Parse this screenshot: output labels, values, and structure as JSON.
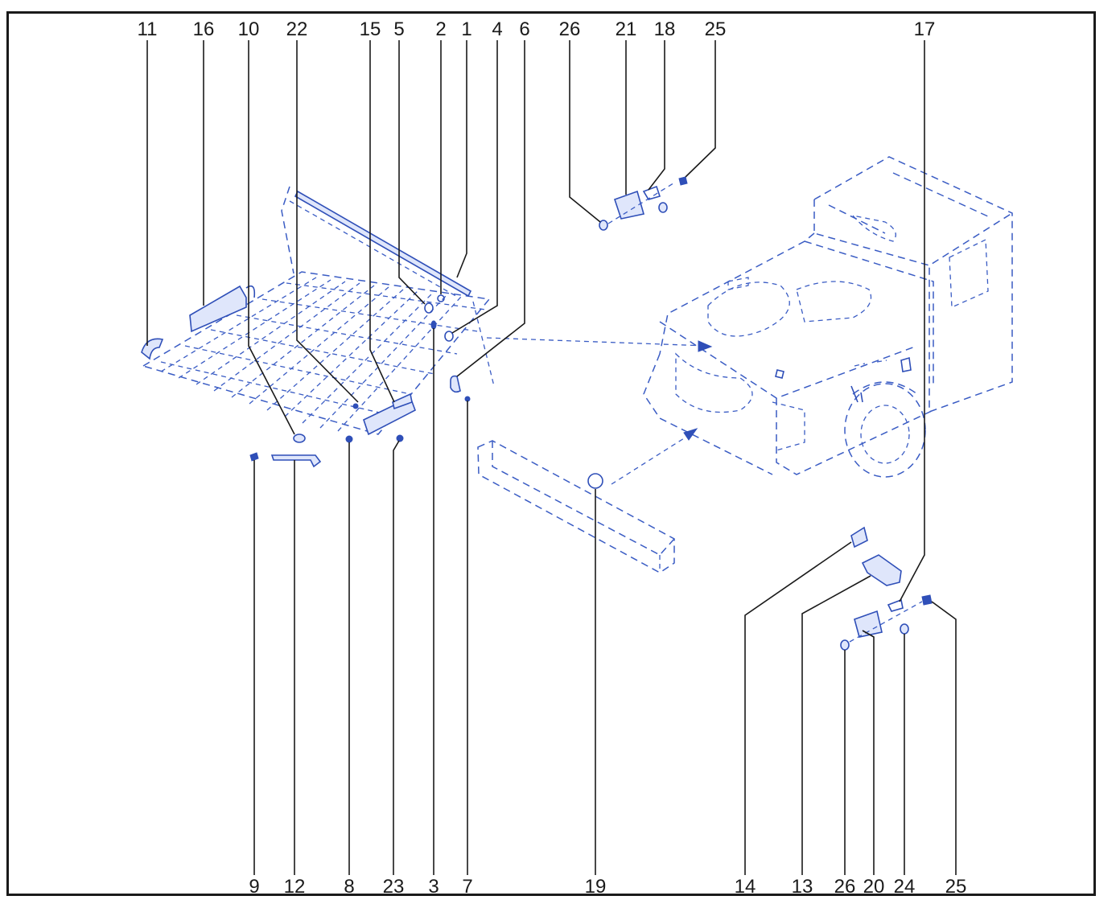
{
  "labels": {
    "top": [
      "11",
      "16",
      "10",
      "22",
      "15",
      "5",
      "2",
      "1",
      "4",
      "6",
      "26",
      "21",
      "18",
      "25",
      "17"
    ],
    "bottom": [
      "9",
      "12",
      "8",
      "23",
      "3",
      "7",
      "19",
      "14",
      "13",
      "26",
      "20",
      "24",
      "25"
    ]
  },
  "colors": {
    "line": "#2f4fb8",
    "label": "#1a1a1a",
    "border": "#1a1a1a"
  }
}
